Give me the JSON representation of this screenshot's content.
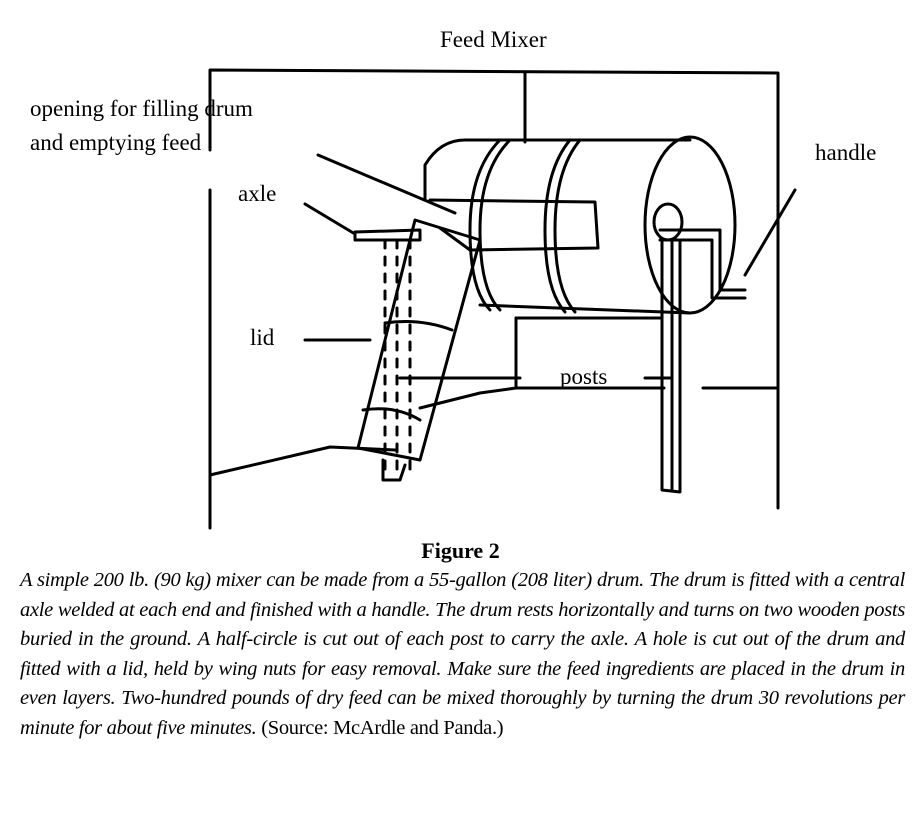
{
  "figure": {
    "title": "Feed Mixer",
    "labels": {
      "opening_line1": "opening for filling drum",
      "opening_line2": "and emptying feed",
      "axle": "axle",
      "handle": "handle",
      "lid": "lid",
      "posts": "posts"
    }
  },
  "caption": {
    "figure_number": "Figure 2",
    "text": "A simple 200 lb. (90 kg) mixer can be made from a 55-gallon (208 liter) drum. The drum is fitted with a central axle welded at each end and finished with a handle. The drum rests horizontally and turns on two wooden posts buried in the ground. A half-circle is cut out of each post to carry the axle. A hole is cut out of the drum and fitted with a lid, held by wing nuts for easy removal. Make sure the feed ingredients are placed in the drum in even layers. Two-hundred pounds of dry feed can be mixed thoroughly by turning the drum 30 revolutions per minute for about five minutes.",
    "source": "(Source: McArdle and Panda.)"
  }
}
